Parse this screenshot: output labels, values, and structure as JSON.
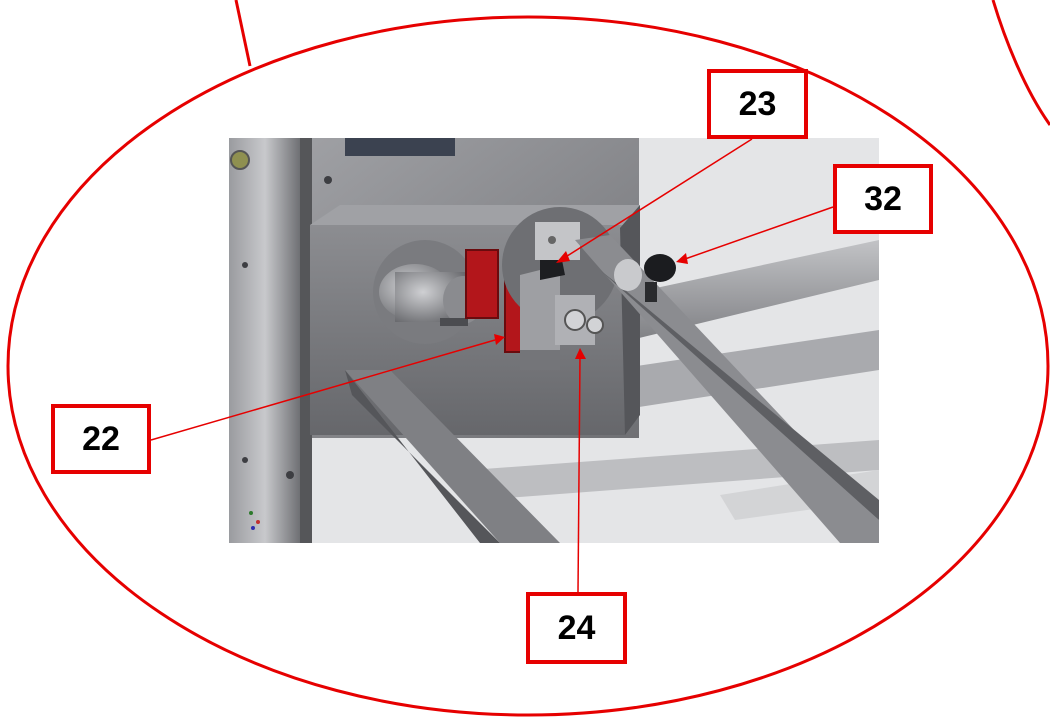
{
  "callouts": {
    "c23": "23",
    "c32": "32",
    "c22": "22",
    "c24": "24"
  },
  "colors": {
    "leader": "#e60000",
    "part_red": "#b3161b",
    "metal_dark": "#5c5d61",
    "metal_mid": "#8a8b8f",
    "metal_light": "#b8b9bc"
  }
}
